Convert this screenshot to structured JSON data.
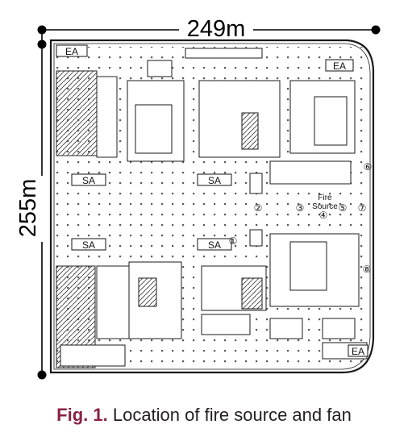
{
  "dimensions": {
    "width": "249m",
    "height": "255m"
  },
  "supply_fans": [
    "SA",
    "SA",
    "SA",
    "SA"
  ],
  "exhaust_fans": [
    "EA",
    "EA",
    "EA"
  ],
  "fire_source_label": [
    "Fire",
    "Source"
  ],
  "fan_markers": [
    "①",
    "②",
    "③",
    "④",
    "⑤",
    "⑥",
    "⑦",
    "⑧"
  ],
  "caption": {
    "number": "Fig. 1.",
    "text": " Location of fire source and fan"
  },
  "colors": {
    "caption_label": "#8a2146",
    "drawing": "#1a1a1a"
  }
}
